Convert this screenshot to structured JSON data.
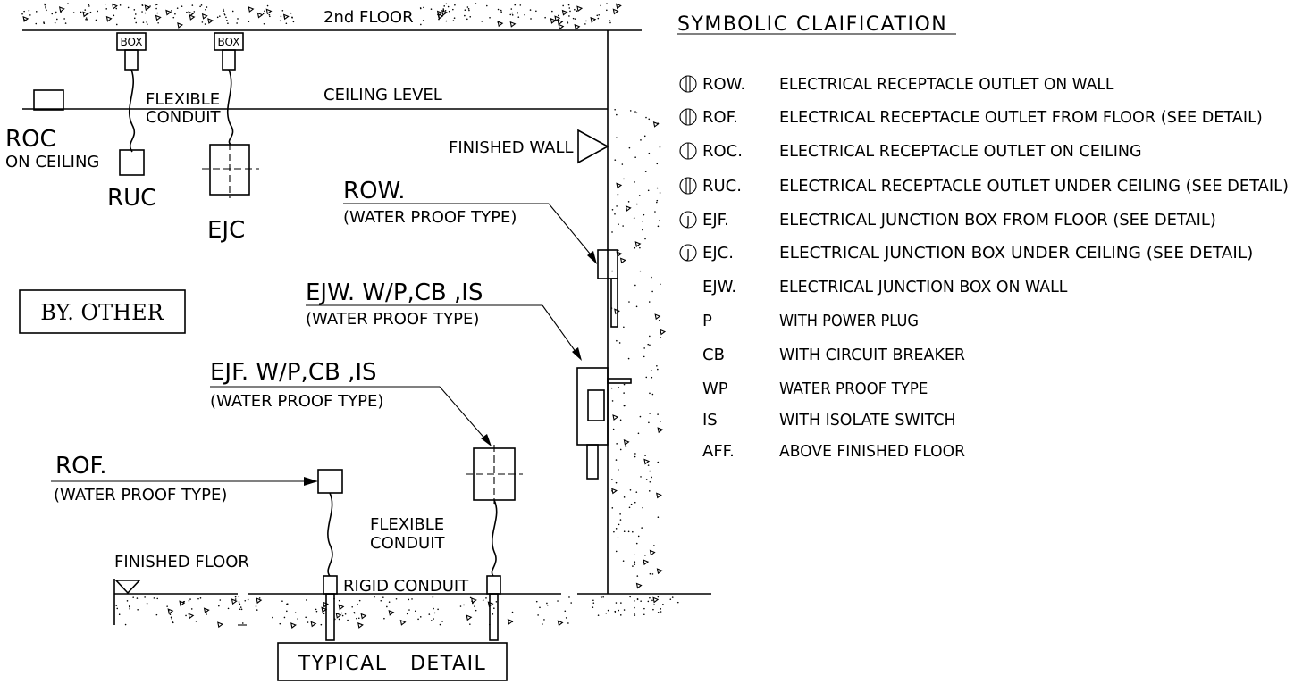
{
  "floors": {
    "second_floor": "2nd FLOOR",
    "ceiling_level": "CEILING LEVEL",
    "finished_wall": "FINISHED WALL",
    "finished_floor": "FINISHED FLOOR"
  },
  "ceiling_items": {
    "box_label": "BOX",
    "flexible_conduit_1": "FLEXIBLE",
    "flexible_conduit_2": "CONDUIT",
    "roc": "ROC",
    "roc_sub": "ON CEILING",
    "ruc": "RUC",
    "ejc": "EJC"
  },
  "by_other": "BY. OTHER",
  "callouts": {
    "row": "ROW.",
    "row_sub": "(WATER PROOF TYPE)",
    "ejw": "EJW. W/P,CB ,IS",
    "ejw_sub": "(WATER PROOF TYPE)",
    "ejf": "EJF. W/P,CB ,IS",
    "ejf_sub": "(WATER PROOF TYPE)",
    "rof": "ROF.",
    "rof_sub": "(WATER PROOF TYPE)"
  },
  "floor_items": {
    "flexible_conduit_1": "FLEXIBLE",
    "flexible_conduit_2": "CONDUIT",
    "rigid_conduit": "RIGID CONDUIT"
  },
  "typical_detail": "TYPICAL   DETAIL",
  "legend": {
    "title": "SYMBOLIC CLAIFICATION",
    "items": [
      {
        "symbol": "receptacle-double-icon",
        "code": "ROW.",
        "desc": "ELECTRICAL RECEPTACLE OUTLET ON WALL"
      },
      {
        "symbol": "receptacle-double-icon",
        "code": "ROF.",
        "desc": "ELECTRICAL RECEPTACLE OUTLET FROM FLOOR (SEE DETAIL)"
      },
      {
        "symbol": "receptacle-single-icon",
        "code": "ROC.",
        "desc": "ELECTRICAL RECEPTACLE OUTLET ON CEILING"
      },
      {
        "symbol": "receptacle-double-icon",
        "code": "RUC.",
        "desc": "ELECTRICAL RECEPTACLE OUTLET UNDER CEILING (SEE DETAIL)"
      },
      {
        "symbol": "junction-j-icon",
        "code": "EJF.",
        "desc": "ELECTRICAL JUNCTION BOX FROM FLOOR (SEE DETAIL)"
      },
      {
        "symbol": "junction-j-icon",
        "code": "EJC.",
        "desc": "ELECTRICAL JUNCTION BOX UNDER CEILING  (SEE DETAIL)"
      },
      {
        "symbol": "",
        "code": "EJW.",
        "desc": "ELECTRICAL JUNCTION BOX ON WALL"
      },
      {
        "symbol": "",
        "code": "P",
        "desc": "WITH POWER PLUG"
      },
      {
        "symbol": "",
        "code": "CB",
        "desc": "WITH CIRCUIT BREAKER"
      },
      {
        "symbol": "",
        "code": "WP",
        "desc": "WATER PROOF TYPE"
      },
      {
        "symbol": "",
        "code": "IS",
        "desc": "WITH ISOLATE SWITCH"
      },
      {
        "symbol": "",
        "code": "AFF.",
        "desc": "ABOVE FINISHED FLOOR"
      }
    ]
  }
}
